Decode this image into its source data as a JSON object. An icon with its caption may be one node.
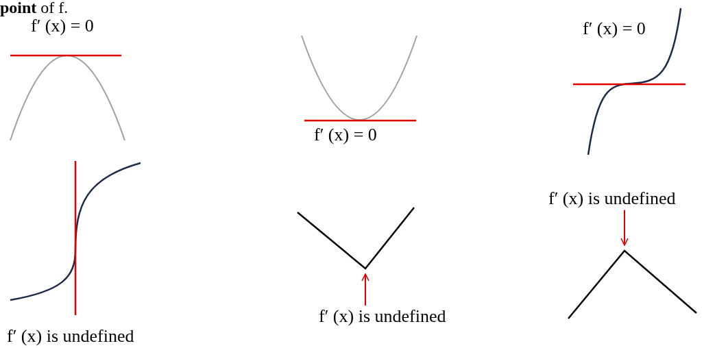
{
  "diagram": {
    "nodes": [
      {
        "text": [
          "f′ (x) is undefined"
        ]
      },
      {
        "text": [],
        "shape": "line"
      },
      {
        "text": [],
        "shape": "line"
      },
      {
        "text": [
          "f′ (x) is undefined"
        ]
      }
    ],
    "edges": [
      {
        "from": 3,
        "to": 1,
        "arrow": "to"
      },
      {
        "from": 0,
        "to": 2,
        "arrow": "to"
      }
    ],
    "labels": [
      "**point** of f.",
      "f′ (x) = 0",
      "f′ (x) = 0",
      "f′ (x) = 0",
      "f′ (x) is undefined"
    ]
  }
}
